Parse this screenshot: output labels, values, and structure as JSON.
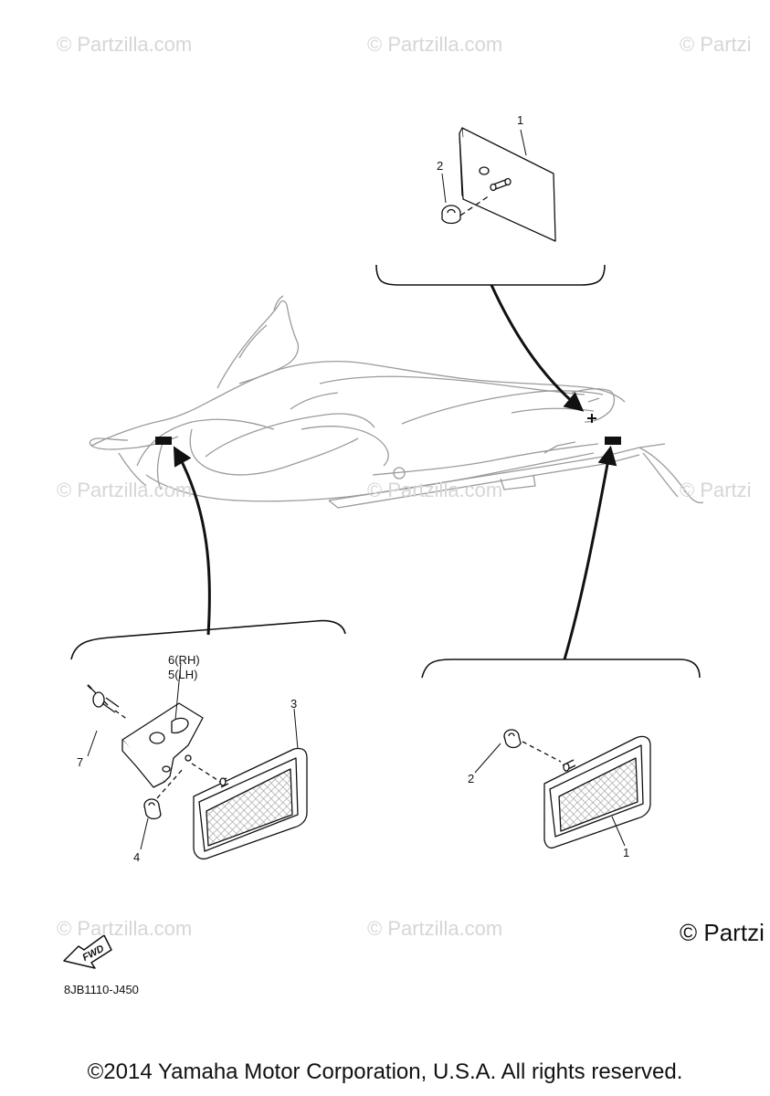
{
  "watermark": {
    "text": "© Partzilla.com",
    "text_cut": "© Partzi"
  },
  "callouts": {
    "top_plate": "1",
    "top_nut": "2",
    "bracket_rh": "6(RH)",
    "bracket_lh": "5(LH)",
    "left_reflector": "3",
    "rivet": "7",
    "left_nut": "4",
    "right_nut": "2",
    "right_reflector": "1"
  },
  "fwd_badge": "FWD",
  "diagram_code": "8JB1110-J450",
  "copyright": "©2014 Yamaha Motor Corporation, U.S.A. All rights reserved."
}
